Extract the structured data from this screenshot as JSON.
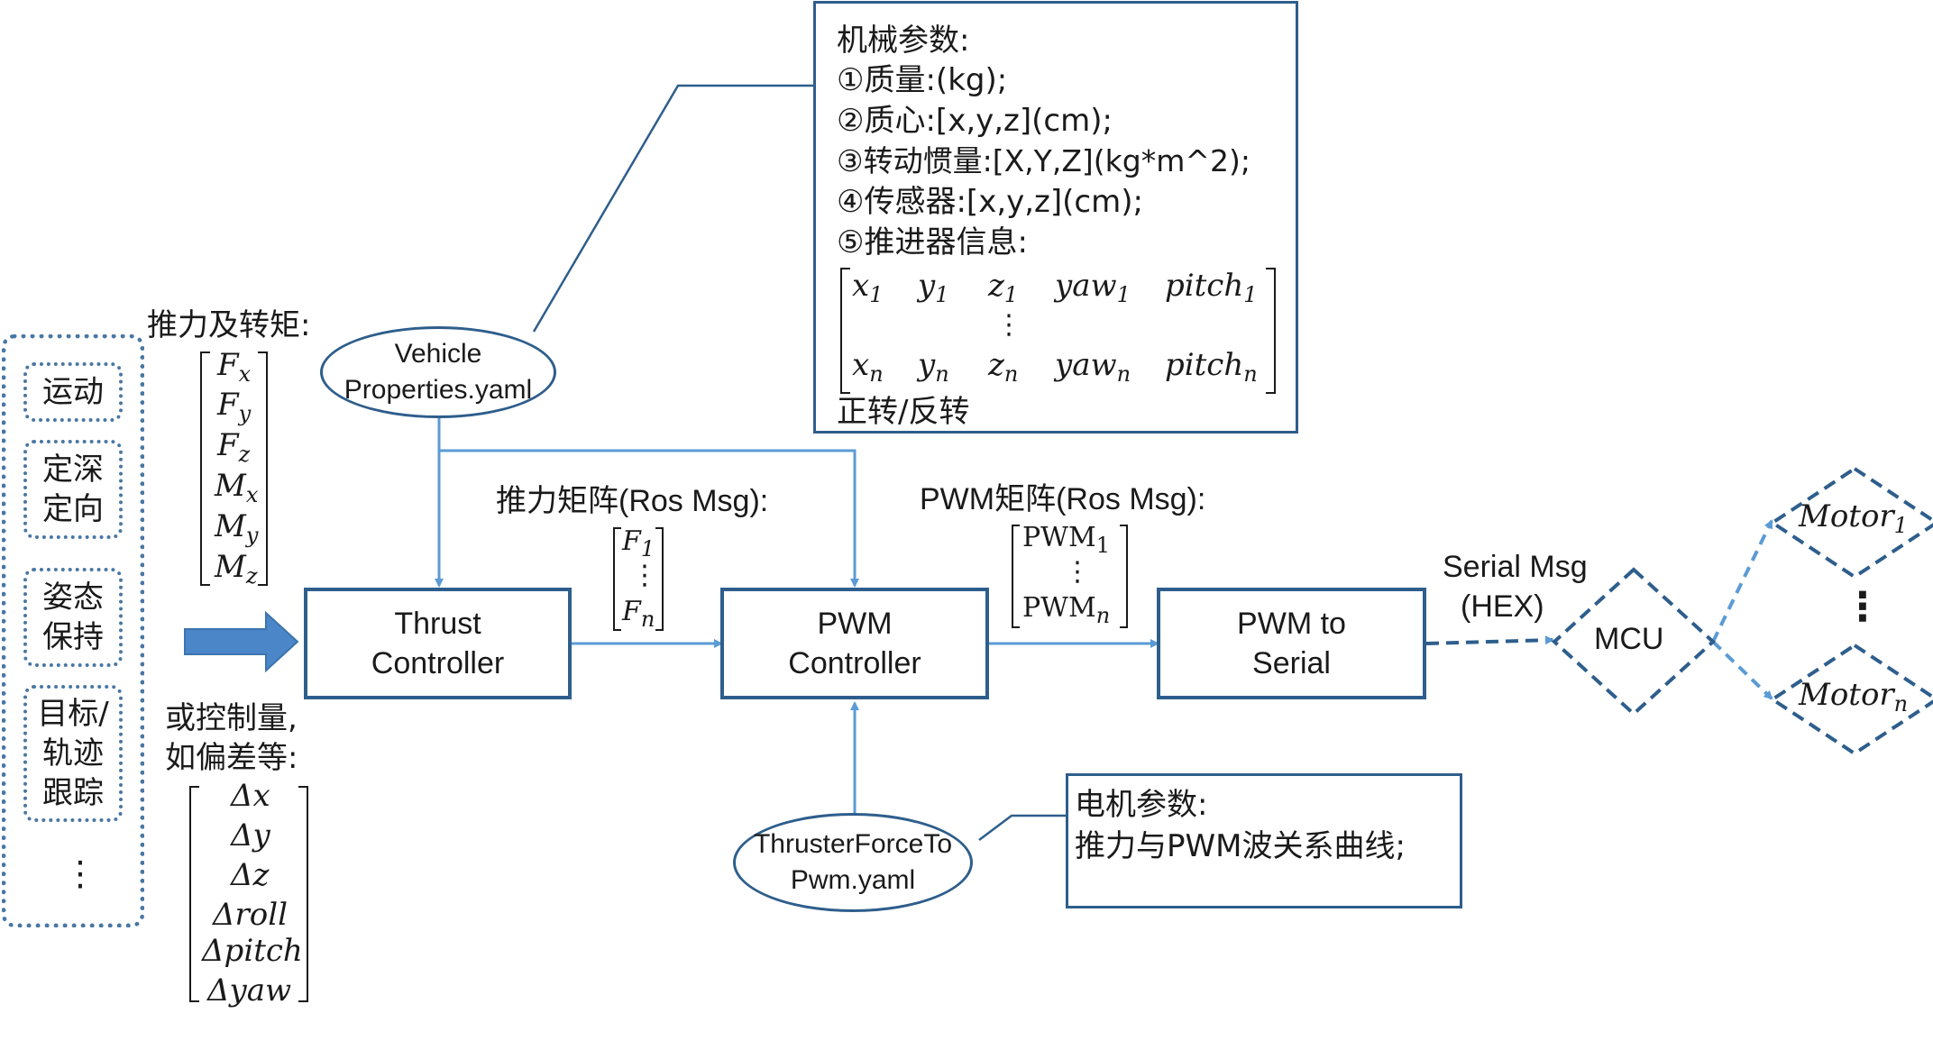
{
  "left_group": {
    "items": [
      "运动",
      "定深\n定向",
      "姿态\n保持",
      "目标/\n轨迹\n跟踪"
    ],
    "more": "⋮"
  },
  "input_labels": {
    "force_torque": "推力及转矩:",
    "force_torque_vector": [
      "F",
      "F",
      "F",
      "M",
      "M",
      "M"
    ],
    "force_torque_subs": [
      "x",
      "y",
      "z",
      "x",
      "y",
      "z"
    ],
    "or_control": "或控制量,",
    "or_control_2": "如偏差等:",
    "delta_vector": [
      "Δx",
      "Δy",
      "Δz",
      "Δroll",
      "Δpitch",
      "Δyaw"
    ]
  },
  "blocks": {
    "thrust_controller": "Thrust\nController",
    "pwm_controller": "PWM\nController",
    "pwm_to_serial": "PWM to\nSerial",
    "mcu": "MCU",
    "motor_1": "Motor",
    "motor_n": "Motor",
    "motor_1_sub": "1",
    "motor_n_sub": "n",
    "motor_dots": "⋮"
  },
  "files": {
    "vehicle_line1": "Vehicle",
    "vehicle_line2": "Properties.yaml",
    "thruster_line1": "ThrusterForceTo",
    "thruster_line2": "Pwm.yaml"
  },
  "edge_labels": {
    "thrust_matrix": "推力矩阵(Ros Msg):",
    "thrust_vec_top": "F",
    "thrust_vec_top_sub": "1",
    "thrust_vec_bot": "F",
    "thrust_vec_bot_sub": "n",
    "pwm_matrix": "PWM矩阵(Ros Msg):",
    "pwm_vec_top": "PWM",
    "pwm_vec_top_sub": "1",
    "pwm_vec_bot": "PWM",
    "pwm_vec_bot_sub": "n",
    "serial_msg": "Serial Msg",
    "serial_hex": "(HEX)",
    "vdots": "⋮"
  },
  "mech_params": {
    "title": "机械参数:",
    "line1": "①质量:(kg);",
    "line2": "②质心:[x,y,z](cm);",
    "line3": "③转动惯量:[X,Y,Z](kg*m^2);",
    "line4": "④传感器:[x,y,z](cm);",
    "line5": "⑤推进器信息:",
    "matrix_row1": [
      "x",
      "y",
      "z",
      "yaw",
      "pitch"
    ],
    "matrix_row1_sub": "1",
    "matrix_rown": [
      "x",
      "y",
      "z",
      "yaw",
      "pitch"
    ],
    "matrix_rown_sub": "n",
    "footer": "正转/反转"
  },
  "motor_params": {
    "title": "电机参数:",
    "line1": "推力与PWM波关系曲线;"
  },
  "colors": {
    "box_border": "#2e5e8c",
    "arrow": "#5b9bd5",
    "big_arrow": "#4a86c8",
    "dashed": "#4a77a3"
  }
}
